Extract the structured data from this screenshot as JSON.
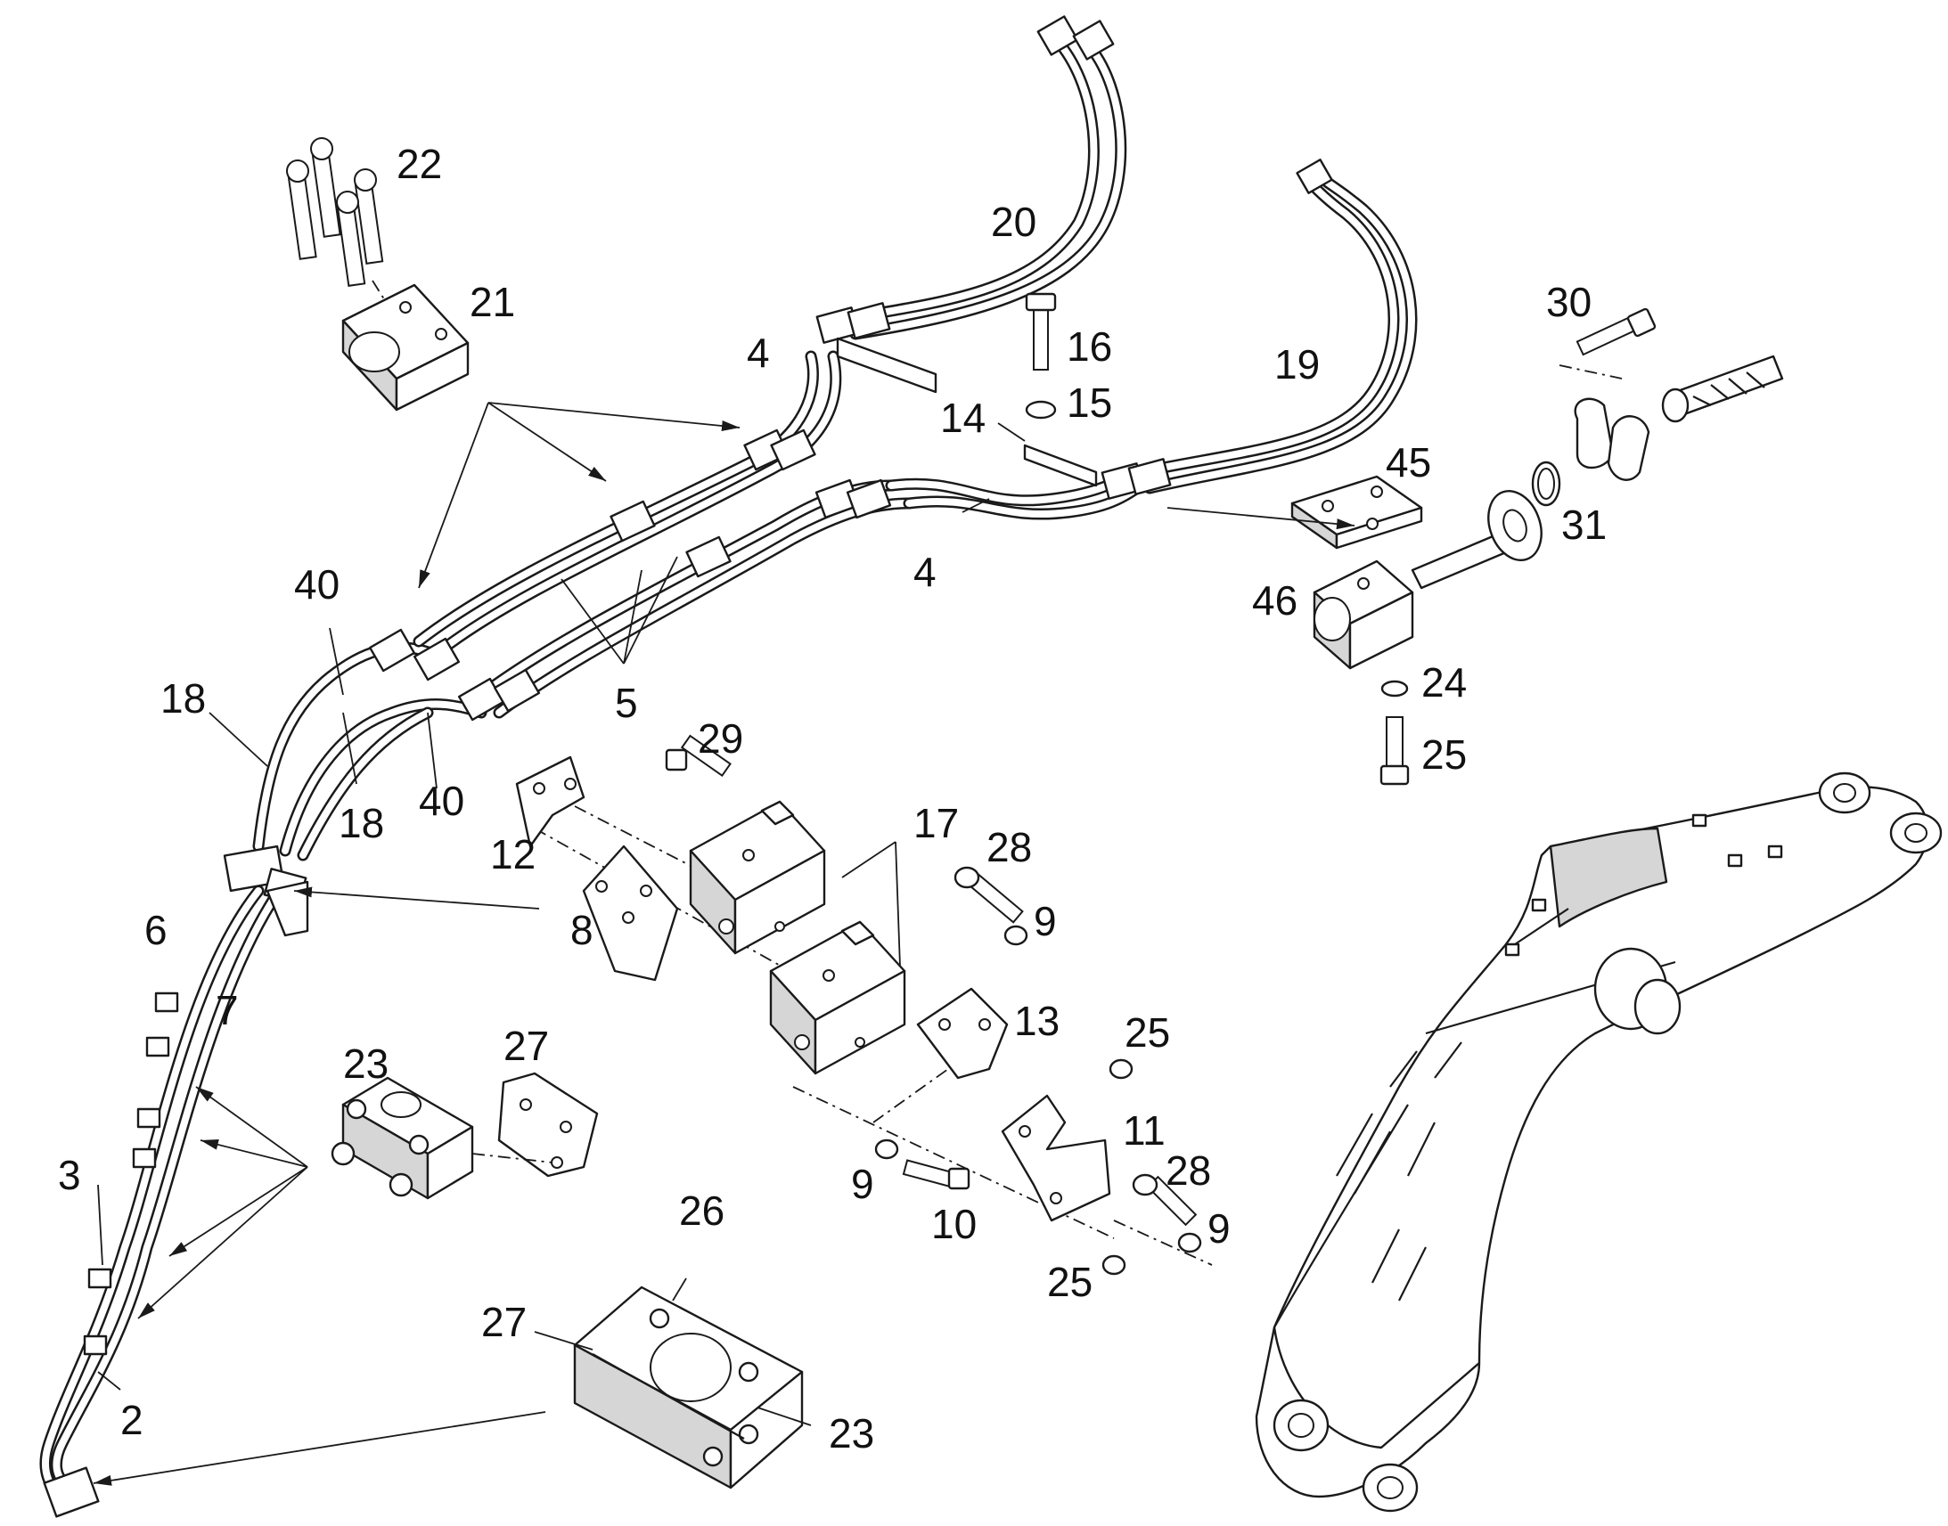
{
  "callouts": {
    "c2": "2",
    "c3": "3",
    "c4a": "4",
    "c4b": "4",
    "c5": "5",
    "c6": "6",
    "c7": "7",
    "c8": "8",
    "c9a": "9",
    "c9b": "9",
    "c9c": "9",
    "c10": "10",
    "c11": "11",
    "c12": "12",
    "c13": "13",
    "c14": "14",
    "c15": "15",
    "c16": "16",
    "c17": "17",
    "c18a": "18",
    "c18b": "18",
    "c19": "19",
    "c20": "20",
    "c21": "21",
    "c22": "22",
    "c23a": "23",
    "c23b": "23",
    "c24": "24",
    "c25a": "25",
    "c25b": "25",
    "c25c": "25",
    "c26": "26",
    "c27a": "27",
    "c27b": "27",
    "c28a": "28",
    "c28b": "28",
    "c29": "29",
    "c30": "30",
    "c31": "31",
    "c40a": "40",
    "c40b": "40",
    "c45": "45",
    "c46": "46"
  },
  "colors": {
    "line": "#1a1a1a",
    "background": "#ffffff",
    "fill_grey": "#d6d6d6"
  }
}
